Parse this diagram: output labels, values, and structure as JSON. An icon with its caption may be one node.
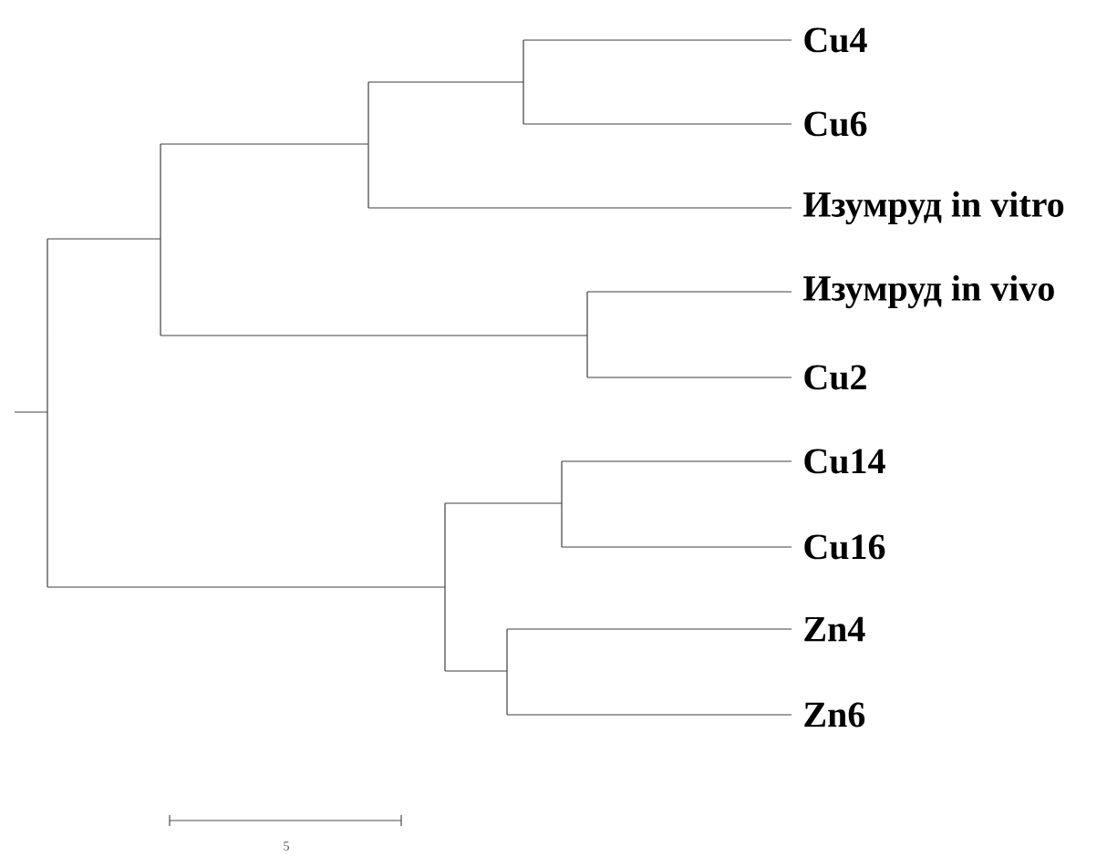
{
  "diagram": {
    "labels": [
      "Cu4",
      "Cu6",
      "Изумруд in vitro",
      "Изумруд in vivo",
      "Cu2",
      "Cu14",
      "Cu16",
      "Zn4",
      "Zn6",
      "5"
    ]
  }
}
